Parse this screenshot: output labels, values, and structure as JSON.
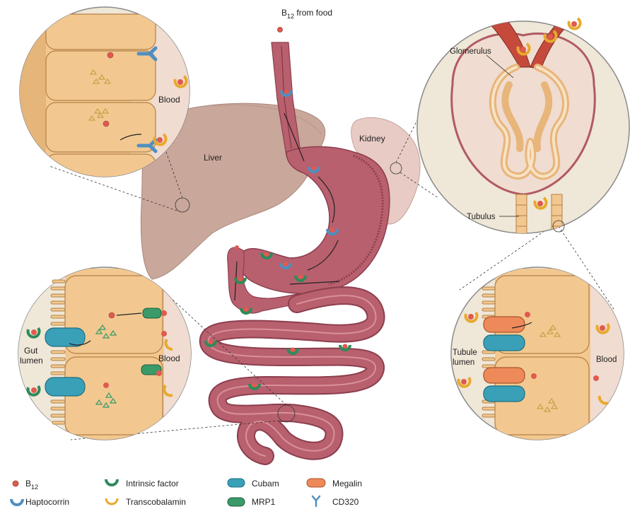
{
  "title_top": {
    "text": "B",
    "sub": "12",
    "tail": " from food"
  },
  "labels": {
    "liver": "Liver",
    "kidney": "Kidney",
    "glomerulus": "Glomerulus",
    "tubulus": "Tubulus",
    "blood_liver": "Blood",
    "blood_gut": "Blood",
    "blood_kidney": "Blood",
    "gut_lumen_1": "Gut",
    "gut_lumen_2": "lumen",
    "tubule_lumen_1": "Tubule",
    "tubule_lumen_2": "lumen"
  },
  "legend": [
    {
      "name": "b12",
      "text": "B",
      "sub": "12"
    },
    {
      "name": "intrinsic-factor",
      "text": "Intrinsic factor"
    },
    {
      "name": "cubam",
      "text": "Cubam"
    },
    {
      "name": "megalin",
      "text": "Megalin"
    },
    {
      "name": "haptocorrin",
      "text": "Haptocorrin"
    },
    {
      "name": "transcobalamin",
      "text": "Transcobalamin"
    },
    {
      "name": "mrp1",
      "text": "MRP1"
    },
    {
      "name": "cd320",
      "text": "CD320"
    }
  ],
  "colors": {
    "b12": "#e05a4f",
    "haptocorrin": "#4f8fc0",
    "intrinsic_factor": "#2f8a5a",
    "transcobalamin": "#e8a92c",
    "cubam": "#3aa0b8",
    "mrp1": "#3a9a6a",
    "megalin": "#ee8a5a",
    "cd320": "#4f8fc0",
    "organ": "#c9a79a",
    "gut": "#b8606e",
    "cell": "#f2c890",
    "inset_bg": "#efe7d7"
  }
}
